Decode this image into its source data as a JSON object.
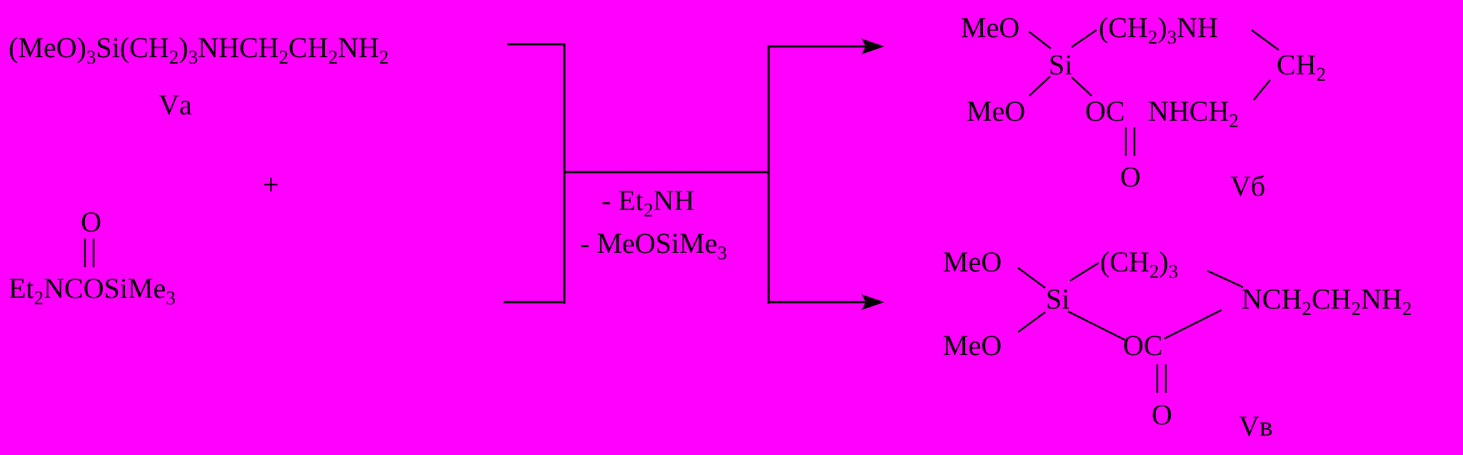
{
  "diagram": {
    "colors": {
      "background": "#ff00ff",
      "ink": "#000000"
    },
    "reactant_a": {
      "formula": [
        "(MeO)",
        "3",
        "Si(CH",
        "2",
        ")",
        "3",
        "NHCH",
        "2",
        "CH",
        "2",
        "NH",
        "2"
      ],
      "label": "Vа"
    },
    "plus": "+",
    "reactant_b": {
      "carbonyl_o": "O",
      "formula": [
        "Et",
        "2",
        "NCOSiMe",
        "3"
      ]
    },
    "conditions": {
      "line1": [
        "- Et",
        "2",
        "NH"
      ],
      "line2": [
        "- MeOSiMe",
        "3"
      ]
    },
    "product_b": {
      "meo_top": "MeO",
      "meo_bottom": "MeO",
      "si": "Si",
      "chain": [
        "(CH",
        "2",
        ")",
        "3",
        "NH"
      ],
      "ch2": [
        "CH",
        "2"
      ],
      "oc": "OC",
      "nhch2": [
        "NHCH",
        "2"
      ],
      "carbonyl_o": "O",
      "label": "Vб"
    },
    "product_c": {
      "meo_top": "MeO",
      "meo_bottom": "MeO",
      "si": "Si",
      "chain": [
        "(CH",
        "2",
        ")",
        "3"
      ],
      "amine": [
        "NCH",
        "2",
        "CH",
        "2",
        "NH",
        "2"
      ],
      "oc": "OC",
      "carbonyl_o": "O",
      "label": "Vв"
    }
  }
}
